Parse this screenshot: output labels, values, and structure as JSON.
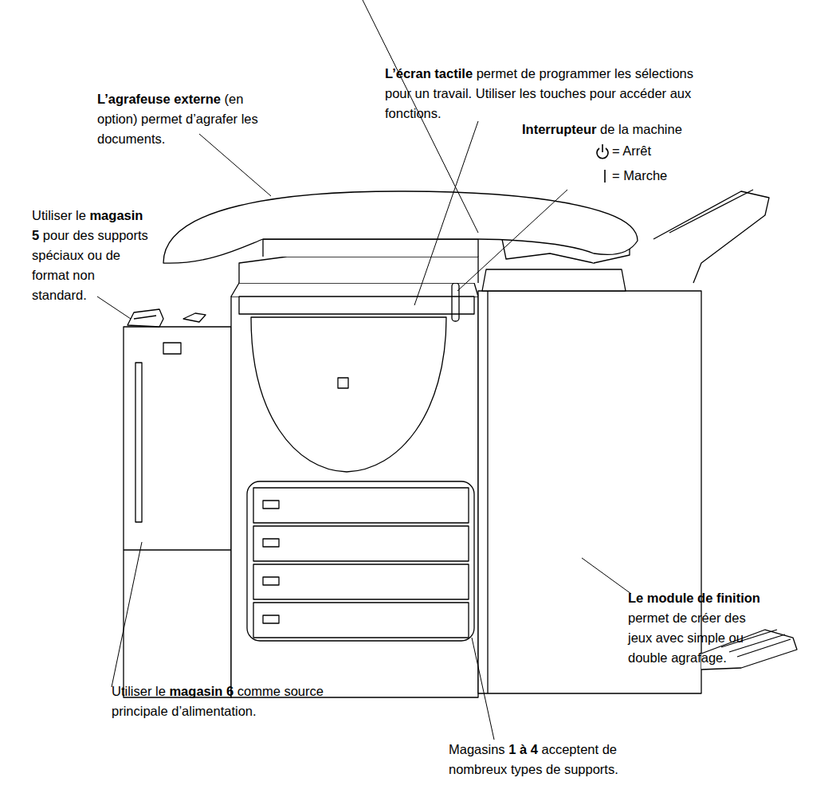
{
  "diagram": {
    "labels": [
      "L’écran tactile",
      "permet de programmer les sélections pour un travail. Utiliser les touches pour accéder aux fonctions.",
      "L’agrafeuse externe",
      "(en option) permet d’agrafer les documents.",
      "Interrupteur",
      "de la machine",
      "= Arrêt",
      "= Marche",
      "Utiliser le",
      "magasin 5",
      "pour des supports spéciaux ou de format non standard.",
      "Utiliser le",
      "magasin 6",
      "comme source principale d’alimentation.",
      "Le module de finition",
      "permet de créer des jeux avec simple ou double agrafage.",
      "Magasins",
      "1 à 4",
      "acceptent de nombreux types de supports."
    ]
  }
}
